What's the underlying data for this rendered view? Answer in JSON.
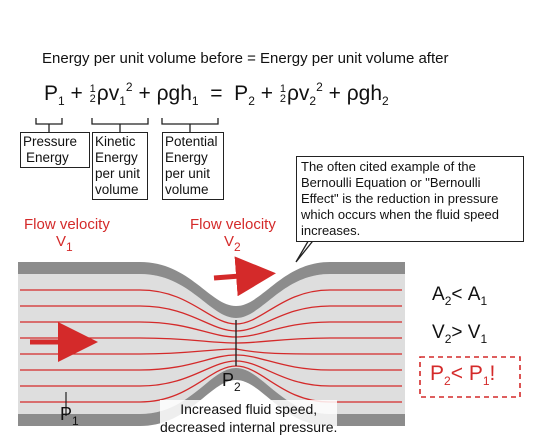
{
  "heading": "Energy per unit volume before = Energy per unit volume after",
  "equation": {
    "lhs": {
      "P": "P",
      "s1": "1",
      "plus": "+",
      "half_num": "1",
      "half_den": "2",
      "rho_v": "ρv",
      "v_sub": "1",
      "v_sup": "2",
      "plus2": "+",
      "rho_gh": "ρgh",
      "h_sub": "1"
    },
    "eq": "=",
    "rhs": {
      "P": "P",
      "s1": "2",
      "plus": "+",
      "half_num": "1",
      "half_den": "2",
      "rho_v": "ρv",
      "v_sub": "2",
      "v_sup": "2",
      "plus2": "+",
      "rho_gh": "ρgh",
      "h_sub": "2"
    }
  },
  "boxes": {
    "pressure": [
      "Pressure",
      "Energy"
    ],
    "kinetic": [
      "Kinetic",
      "Energy",
      "per unit",
      "volume"
    ],
    "potential": [
      "Potential",
      "Energy",
      "per unit",
      "volume"
    ]
  },
  "callout": [
    "The often cited example of the",
    "Bernoulli Equation or \"Bernoulli",
    "Effect\" is the reduction in pressure",
    "which occurs when the fluid speed",
    "increases."
  ],
  "flow1": {
    "label": "Flow velocity",
    "v": "V",
    "sub": "1"
  },
  "flow2": {
    "label": "Flow velocity",
    "v": "V",
    "sub": "2"
  },
  "relations": {
    "area": {
      "a": "A",
      "s1": "2",
      "op": "<",
      "b": "A",
      "s2": "1"
    },
    "vel": {
      "a": "V",
      "s1": "2",
      "op": ">",
      "b": "V",
      "s2": "1"
    },
    "press": {
      "a": "P",
      "s1": "2",
      "op": "<",
      "b": "P",
      "s2": "1",
      "tail": "!"
    }
  },
  "p2": {
    "p": "P",
    "sub": "2"
  },
  "p1": {
    "p": "P",
    "sub": "1"
  },
  "caption": [
    "Increased fluid speed,",
    "decreased internal pressure."
  ],
  "colors": {
    "accent": "#d42a2a",
    "pipe": "#8c8c8c",
    "pipe_fill": "#dedede",
    "ink": "#111111"
  }
}
